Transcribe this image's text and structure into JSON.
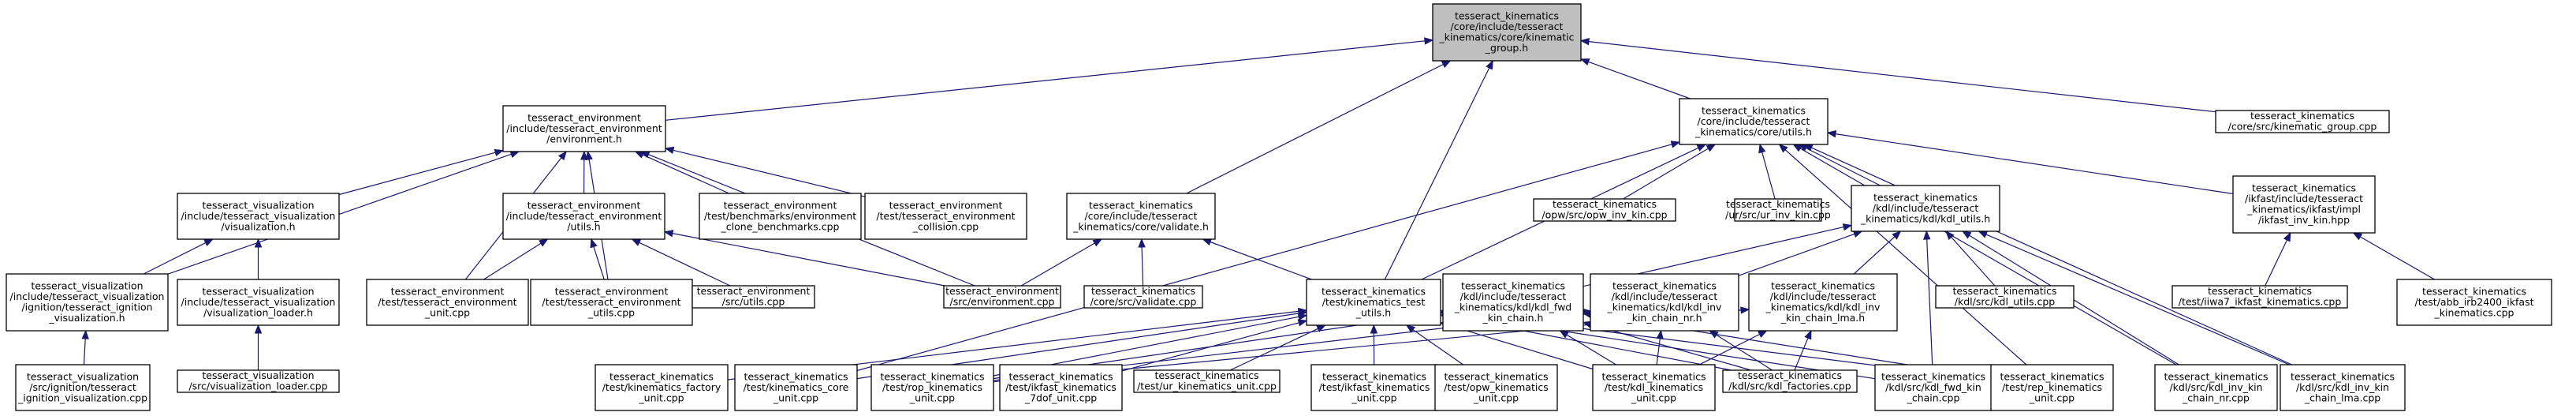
{
  "colors": {
    "edge": "#191970",
    "root_fill": "#bfbfbf",
    "node_fill": "#ffffff",
    "node_border": "#000000"
  },
  "nodes": [
    {
      "id": "kg",
      "lines": [
        "tesseract_kinematics",
        "/core/include/tesseract",
        "_kinematics/core/kinematic",
        "_group.h"
      ],
      "root": true
    },
    {
      "id": "env",
      "lines": [
        "tesseract_environment",
        "/include/tesseract_environment",
        "/environment.h"
      ]
    },
    {
      "id": "utils",
      "lines": [
        "tesseract_kinematics",
        "/core/include/tesseract",
        "_kinematics/core/utils.h"
      ]
    },
    {
      "id": "kgcpp",
      "lines": [
        "tesseract_kinematics",
        "/core/src/kinematic_group.cpp"
      ]
    },
    {
      "id": "vis",
      "lines": [
        "tesseract_visualization",
        "/include/tesseract_visualization",
        "/visualization.h"
      ]
    },
    {
      "id": "envutils",
      "lines": [
        "tesseract_environment",
        "/include/tesseract_environment",
        "/utils.h"
      ]
    },
    {
      "id": "clonebench",
      "lines": [
        "tesseract_environment",
        "/test/benchmarks/environment",
        "_clone_benchmarks.cpp"
      ]
    },
    {
      "id": "envcollision",
      "lines": [
        "tesseract_environment",
        "/test/tesseract_environment",
        "_collision.cpp"
      ]
    },
    {
      "id": "validate",
      "lines": [
        "tesseract_kinematics",
        "/core/include/tesseract",
        "_kinematics/core/validate.h"
      ]
    },
    {
      "id": "opw",
      "lines": [
        "tesseract_kinematics",
        "/opw/src/opw_inv_kin.cpp"
      ]
    },
    {
      "id": "ur",
      "lines": [
        "tesseract_kinematics",
        "/ur/src/ur_inv_kin.cpp"
      ]
    },
    {
      "id": "kdlutils",
      "lines": [
        "tesseract_kinematics",
        "/kdl/include/tesseract",
        "_kinematics/kdl/kdl_utils.h"
      ]
    },
    {
      "id": "ikfastimpl",
      "lines": [
        "tesseract_kinematics",
        "/ikfast/include/tesseract",
        "_kinematics/ikfast/impl",
        "/ikfast_inv_kin.hpp"
      ]
    },
    {
      "id": "ignvis",
      "lines": [
        "tesseract_visualization",
        "/include/tesseract_visualization",
        "/ignition/tesseract_ignition",
        "_visualization.h"
      ]
    },
    {
      "id": "visloader",
      "lines": [
        "tesseract_visualization",
        "/include/tesseract_visualization",
        "/visualization_loader.h"
      ]
    },
    {
      "id": "envunit",
      "lines": [
        "tesseract_environment",
        "/test/tesseract_environment",
        "_unit.cpp"
      ]
    },
    {
      "id": "envutilscpp",
      "lines": [
        "tesseract_environment",
        "/test/tesseract_environment",
        "_utils.cpp"
      ]
    },
    {
      "id": "srcutils",
      "lines": [
        "tesseract_environment",
        "/src/utils.cpp"
      ]
    },
    {
      "id": "envcpp",
      "lines": [
        "tesseract_environment",
        "/src/environment.cpp"
      ]
    },
    {
      "id": "validatecpp",
      "lines": [
        "tesseract_kinematics",
        "/core/src/validate.cpp"
      ]
    },
    {
      "id": "testutils",
      "lines": [
        "tesseract_kinematics",
        "/test/kinematics_test",
        "_utils.h"
      ]
    },
    {
      "id": "kdlfwd",
      "lines": [
        "tesseract_kinematics",
        "/kdl/include/tesseract",
        "_kinematics/kdl/kdl_fwd",
        "_kin_chain.h"
      ]
    },
    {
      "id": "kdlinvnr",
      "lines": [
        "tesseract_kinematics",
        "/kdl/include/tesseract",
        "_kinematics/kdl/kdl_inv",
        "_kin_chain_nr.h"
      ]
    },
    {
      "id": "kdlinvlma",
      "lines": [
        "tesseract_kinematics",
        "/kdl/include/tesseract",
        "_kinematics/kdl/kdl_inv",
        "_kin_chain_lma.h"
      ]
    },
    {
      "id": "kdlutilscpp",
      "lines": [
        "tesseract_kinematics",
        "/kdl/src/kdl_utils.cpp"
      ]
    },
    {
      "id": "iiwa",
      "lines": [
        "tesseract_kinematics",
        "/test/iiwa7_ikfast_kinematics.cpp"
      ]
    },
    {
      "id": "abb",
      "lines": [
        "tesseract_kinematics",
        "/test/abb_irb2400_ikfast",
        "_kinematics.cpp"
      ]
    },
    {
      "id": "ignviscpp",
      "lines": [
        "tesseract_visualization",
        "/src/ignition/tesseract",
        "_ignition_visualization.cpp"
      ]
    },
    {
      "id": "visloadercpp",
      "lines": [
        "tesseract_visualization",
        "/src/visualization_loader.cpp"
      ]
    },
    {
      "id": "factory",
      "lines": [
        "tesseract_kinematics",
        "/test/kinematics_factory",
        "_unit.cpp"
      ]
    },
    {
      "id": "coreunit",
      "lines": [
        "tesseract_kinematics",
        "/test/kinematics_core",
        "_unit.cpp"
      ]
    },
    {
      "id": "ropunit",
      "lines": [
        "tesseract_kinematics",
        "/test/rop_kinematics",
        "_unit.cpp"
      ]
    },
    {
      "id": "ikfast7dof",
      "lines": [
        "tesseract_kinematics",
        "/test/ikfast_kinematics",
        "_7dof_unit.cpp"
      ]
    },
    {
      "id": "urunit",
      "lines": [
        "tesseract_kinematics",
        "/test/ur_kinematics_unit.cpp"
      ]
    },
    {
      "id": "ikfastkin",
      "lines": [
        "tesseract_kinematics",
        "/test/ikfast_kinematics",
        "_unit.cpp"
      ]
    },
    {
      "id": "opwunit",
      "lines": [
        "tesseract_kinematics",
        "/test/opw_kinematics",
        "_unit.cpp"
      ]
    },
    {
      "id": "kdlunit",
      "lines": [
        "tesseract_kinematics",
        "/test/kdl_kinematics",
        "_unit.cpp"
      ]
    },
    {
      "id": "kdlfactories",
      "lines": [
        "tesseract_kinematics",
        "/kdl/src/kdl_factories.cpp"
      ]
    },
    {
      "id": "kdlfwdcpp",
      "lines": [
        "tesseract_kinematics",
        "/kdl/src/kdl_fwd_kin",
        "_chain.cpp"
      ]
    },
    {
      "id": "repunit",
      "lines": [
        "tesseract_kinematics",
        "/test/rep_kinematics",
        "_unit.cpp"
      ]
    },
    {
      "id": "kdlinvnrcpp",
      "lines": [
        "tesseract_kinematics",
        "/kdl/src/kdl_inv_kin",
        "_chain_nr.cpp"
      ]
    },
    {
      "id": "kdlinvlmacpp",
      "lines": [
        "tesseract_kinematics",
        "/kdl/src/kdl_inv_kin",
        "_chain_lma.cpp"
      ]
    }
  ],
  "edges": [
    [
      "env",
      "kg"
    ],
    [
      "utils",
      "kg"
    ],
    [
      "kgcpp",
      "kg"
    ],
    [
      "validate",
      "kg"
    ],
    [
      "testutils",
      "kg"
    ],
    [
      "vis",
      "env"
    ],
    [
      "envutils",
      "env"
    ],
    [
      "clonebench",
      "env"
    ],
    [
      "envcollision",
      "env"
    ],
    [
      "ignvis",
      "env"
    ],
    [
      "envunit",
      "env"
    ],
    [
      "envutilscpp",
      "env"
    ],
    [
      "envcpp",
      "env"
    ],
    [
      "ignvis",
      "vis"
    ],
    [
      "visloader",
      "vis"
    ],
    [
      "ignviscpp",
      "ignvis"
    ],
    [
      "visloadercpp",
      "visloader"
    ],
    [
      "envunit",
      "envutils"
    ],
    [
      "envutilscpp",
      "envutils"
    ],
    [
      "srcutils",
      "envutils"
    ],
    [
      "envcpp",
      "envutils"
    ],
    [
      "envcpp",
      "validate"
    ],
    [
      "validatecpp",
      "validate"
    ],
    [
      "testutils",
      "validate"
    ],
    [
      "opw",
      "utils"
    ],
    [
      "ur",
      "utils"
    ],
    [
      "kdlutils",
      "utils"
    ],
    [
      "ikfastimpl",
      "utils"
    ],
    [
      "testutils",
      "utils"
    ],
    [
      "coreunit",
      "utils"
    ],
    [
      "repunit",
      "utils"
    ],
    [
      "kdlinvnrcpp",
      "utils"
    ],
    [
      "kdlinvlmacpp",
      "utils"
    ],
    [
      "kdlfwd",
      "kdlutils"
    ],
    [
      "kdlinvnr",
      "kdlutils"
    ],
    [
      "kdlinvlma",
      "kdlutils"
    ],
    [
      "kdlutilscpp",
      "kdlutils"
    ],
    [
      "kdlfwdcpp",
      "kdlutils"
    ],
    [
      "kdlinvnrcpp",
      "kdlutils"
    ],
    [
      "kdlinvlmacpp",
      "kdlutils"
    ],
    [
      "iiwa",
      "ikfastimpl"
    ],
    [
      "abb",
      "ikfastimpl"
    ],
    [
      "factory",
      "testutils"
    ],
    [
      "coreunit",
      "testutils"
    ],
    [
      "ropunit",
      "testutils"
    ],
    [
      "ikfast7dof",
      "testutils"
    ],
    [
      "urunit",
      "testutils"
    ],
    [
      "ikfastkin",
      "testutils"
    ],
    [
      "opwunit",
      "testutils"
    ],
    [
      "kdlunit",
      "testutils"
    ],
    [
      "kdlfactories",
      "testutils"
    ],
    [
      "repunit",
      "testutils"
    ],
    [
      "kdlfwdcpp",
      "testutils"
    ],
    [
      "ropunit",
      "kdlfwd"
    ],
    [
      "kdlunit",
      "kdlfwd"
    ],
    [
      "kdlfactories",
      "kdlfwd"
    ],
    [
      "repunit",
      "kdlfwd"
    ],
    [
      "ropunit",
      "kdlinvnr"
    ],
    [
      "kdlunit",
      "kdlinvnr"
    ],
    [
      "kdlfactories",
      "kdlinvnr"
    ],
    [
      "ropunit",
      "kdlinvlma"
    ],
    [
      "kdlunit",
      "kdlinvlma"
    ],
    [
      "kdlfactories",
      "kdlinvlma"
    ]
  ]
}
